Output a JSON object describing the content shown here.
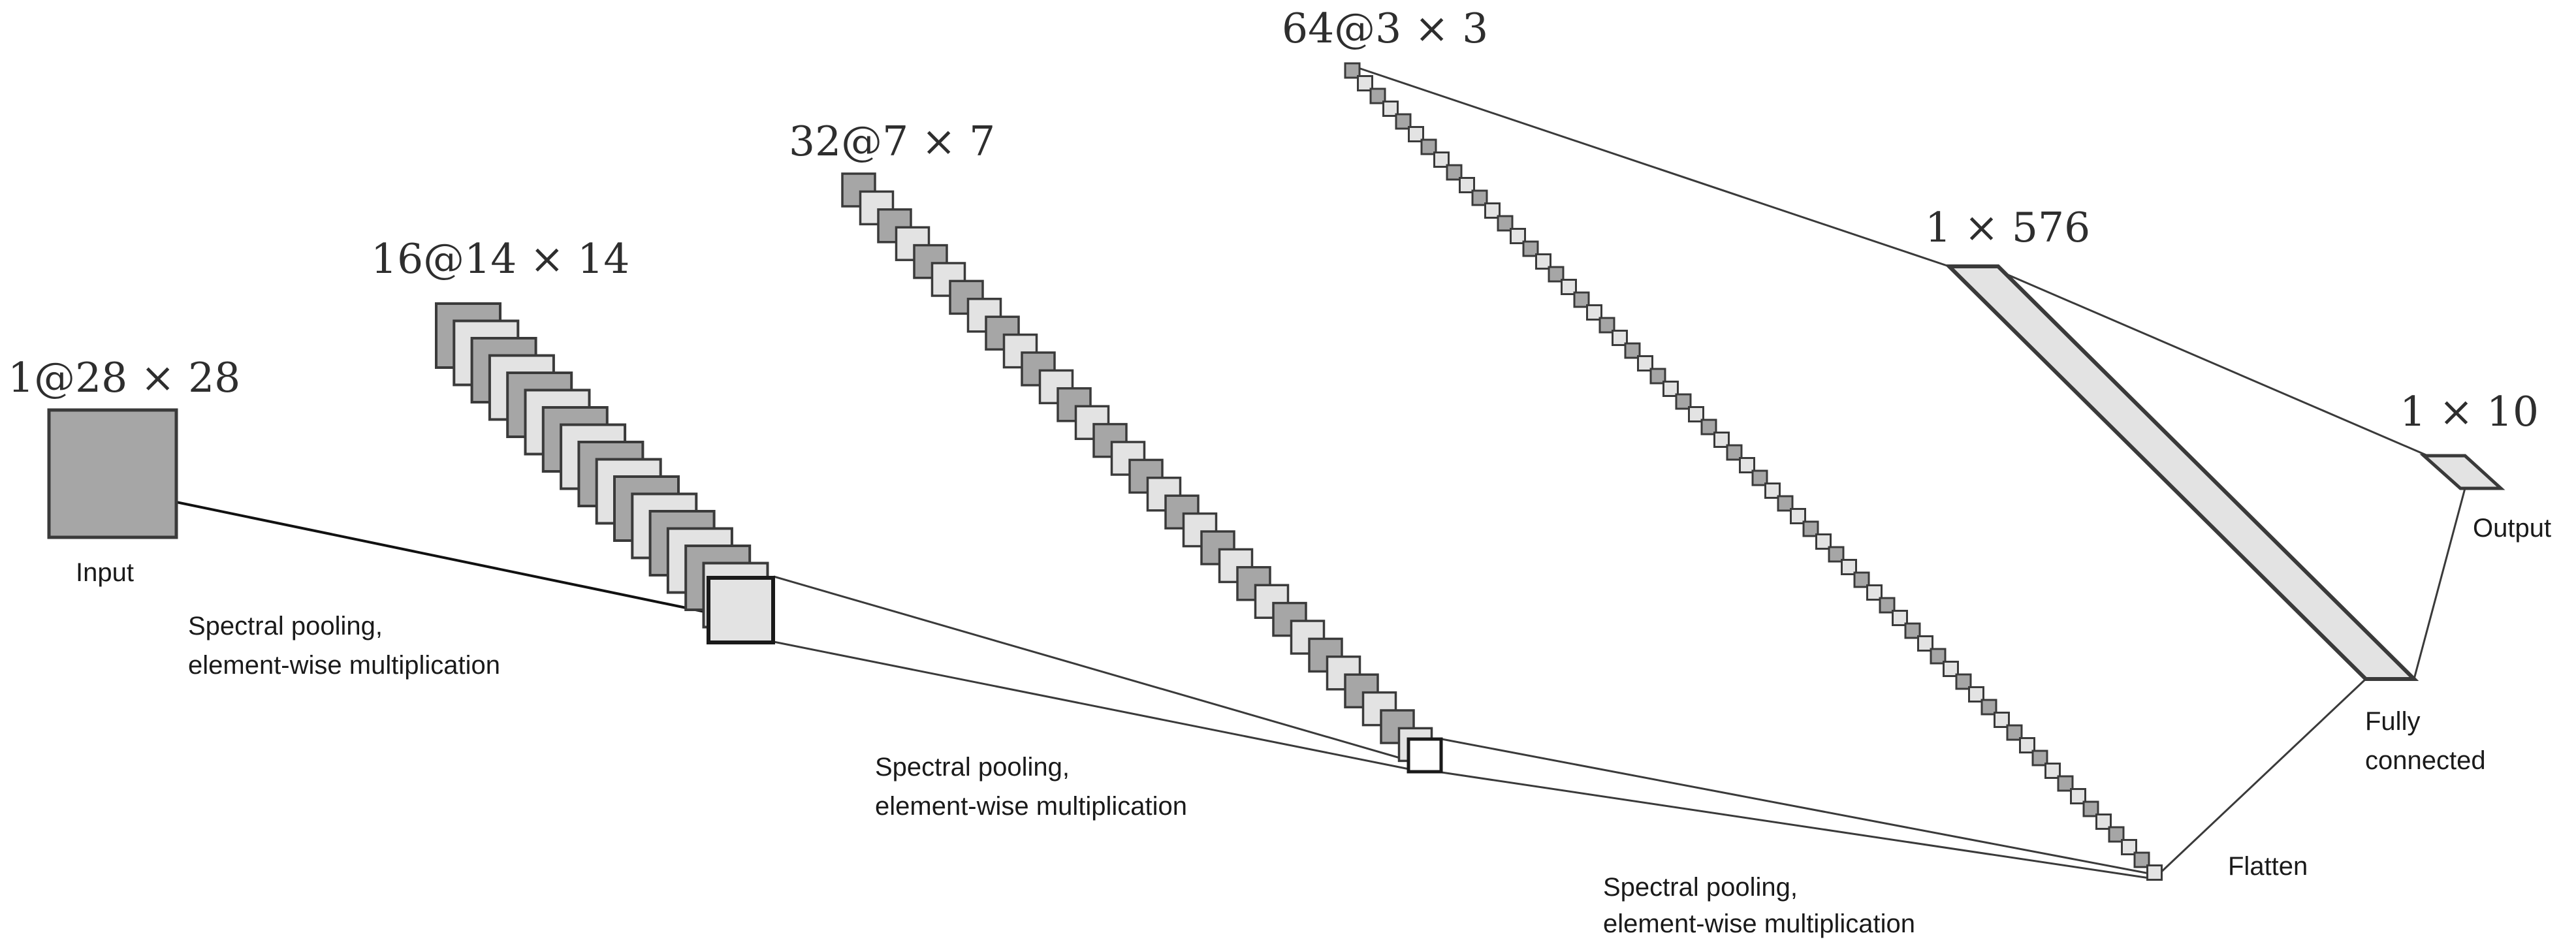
{
  "layers": {
    "input": {
      "dim_label": "1@28 × 28",
      "name": "Input"
    },
    "conv1": {
      "dim_label": "16@14 × 14"
    },
    "conv2": {
      "dim_label": "32@7 × 7"
    },
    "conv3": {
      "dim_label": "64@3 × 3"
    },
    "flat": {
      "dim_label": "1 × 576"
    },
    "out": {
      "dim_label": "1 × 10",
      "name": "Output"
    }
  },
  "operations": {
    "op1": {
      "line1": "Spectral pooling,",
      "line2": "element-wise multiplication"
    },
    "op2": {
      "line1": "Spectral pooling,",
      "line2": "element-wise multiplication"
    },
    "op3": {
      "line1": "Spectral pooling,",
      "line2": "element-wise multiplication"
    },
    "flatten": "Flatten",
    "fully_connected": {
      "line1": "Fully",
      "line2": "connected"
    }
  },
  "colors": {
    "dark_fill": "#a6a6a6",
    "light_fill": "#e3e3e3",
    "stroke": "#3a3a3a"
  }
}
